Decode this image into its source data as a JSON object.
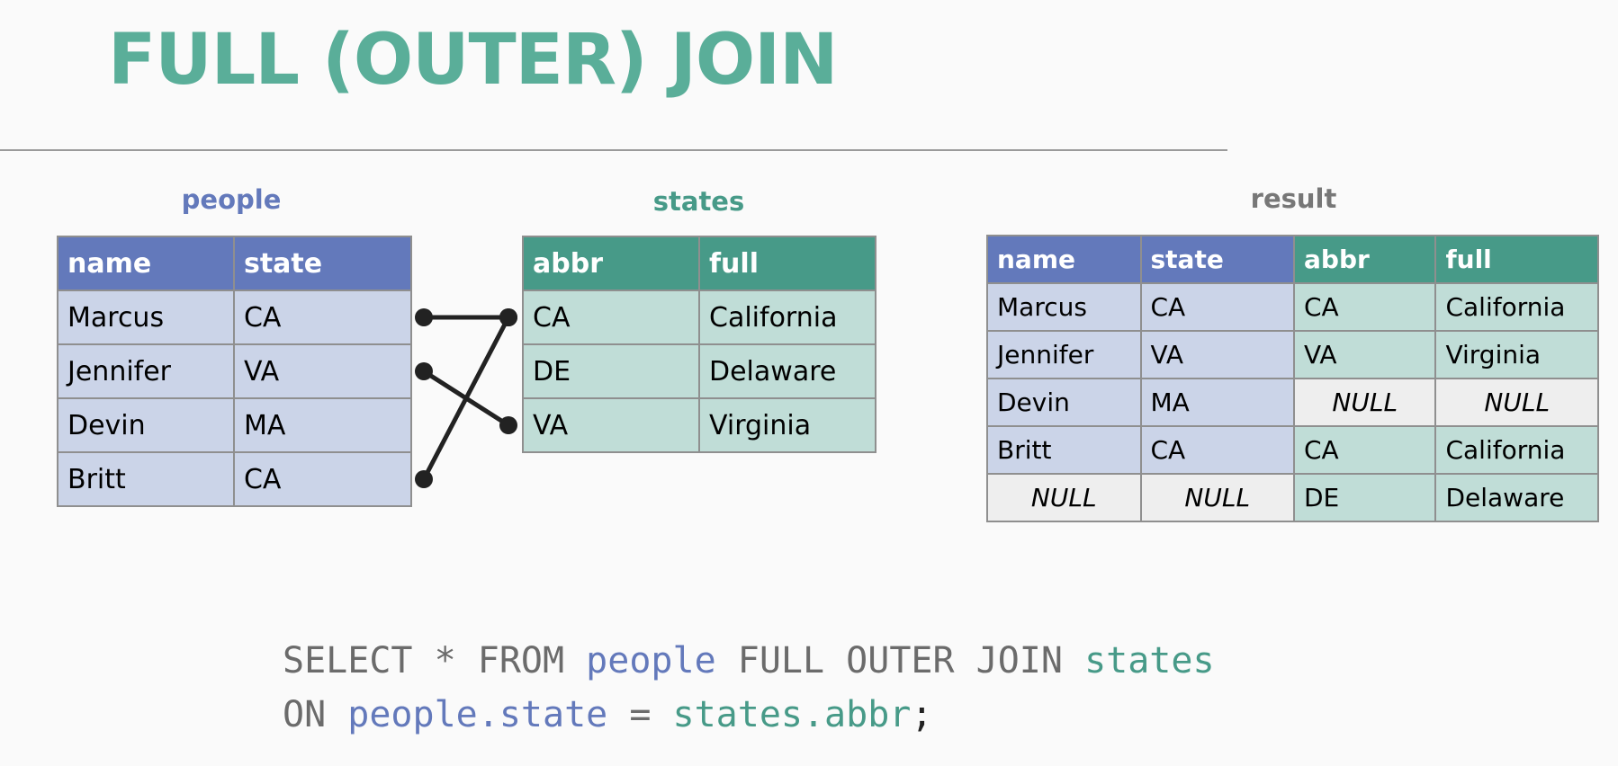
{
  "title": "FULL (OUTER) JOIN",
  "colors": {
    "title": "#5aae99",
    "people_header": "#6379bb",
    "people_cell": "#cbd4e8",
    "states_header": "#479a88",
    "states_cell": "#c0ddd7",
    "null_cell": "#eeeeee",
    "result_caption": "#777777",
    "sql_keyword": "#6b6b6b"
  },
  "people": {
    "caption": "people",
    "headers": [
      "name",
      "state"
    ],
    "rows": [
      [
        "Marcus",
        "CA"
      ],
      [
        "Jennifer",
        "VA"
      ],
      [
        "Devin",
        "MA"
      ],
      [
        "Britt",
        "CA"
      ]
    ]
  },
  "states": {
    "caption": "states",
    "headers": [
      "abbr",
      "full"
    ],
    "rows": [
      [
        "CA",
        "California"
      ],
      [
        "DE",
        "Delaware"
      ],
      [
        "VA",
        "Virginia"
      ]
    ]
  },
  "links": [
    {
      "from": "Marcus",
      "to": "CA"
    },
    {
      "from": "Jennifer",
      "to": "VA"
    },
    {
      "from": "Britt",
      "to": "CA"
    }
  ],
  "result": {
    "caption": "result",
    "headers": [
      "name",
      "state",
      "abbr",
      "full"
    ],
    "rows": [
      [
        "Marcus",
        "CA",
        "CA",
        "California"
      ],
      [
        "Jennifer",
        "VA",
        "VA",
        "Virginia"
      ],
      [
        "Devin",
        "MA",
        "NULL",
        "NULL"
      ],
      [
        "Britt",
        "CA",
        "CA",
        "California"
      ],
      [
        "NULL",
        "NULL",
        "DE",
        "Delaware"
      ]
    ]
  },
  "sql": {
    "line1": {
      "kw1": "SELECT * FROM ",
      "t1": "people",
      "kw2": " FULL OUTER JOIN ",
      "t2": "states"
    },
    "line2": {
      "kw1": "ON ",
      "t1": "people.state",
      "kw2": " = ",
      "t2": "states.abbr",
      "end": ";"
    }
  }
}
